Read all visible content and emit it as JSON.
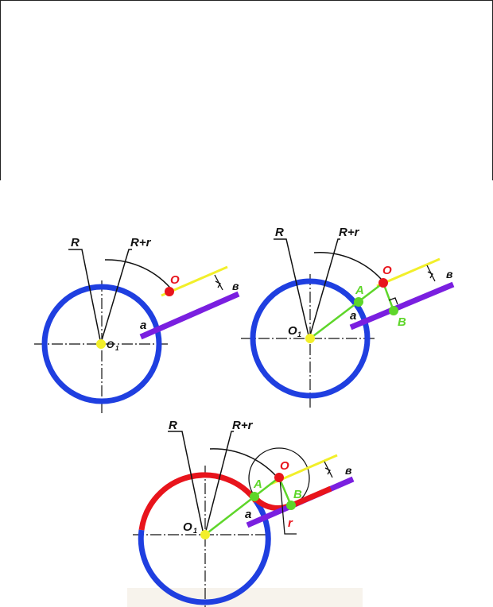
{
  "labels": {
    "R": "R",
    "Rr": "R+r",
    "O": "O",
    "O1": "O",
    "O1_sub": "1",
    "a": "a",
    "A": "A",
    "B": "B",
    "v": "в",
    "r": "r"
  },
  "colors": {
    "circle": "#1f3fe0",
    "arc_tangent": "#e8141c",
    "line_a": "#7a1fe0",
    "line_parallel": "#f2ef2a",
    "green": "#5ed62a",
    "center": "#f2ef2a",
    "point_O": "#e8141c"
  }
}
